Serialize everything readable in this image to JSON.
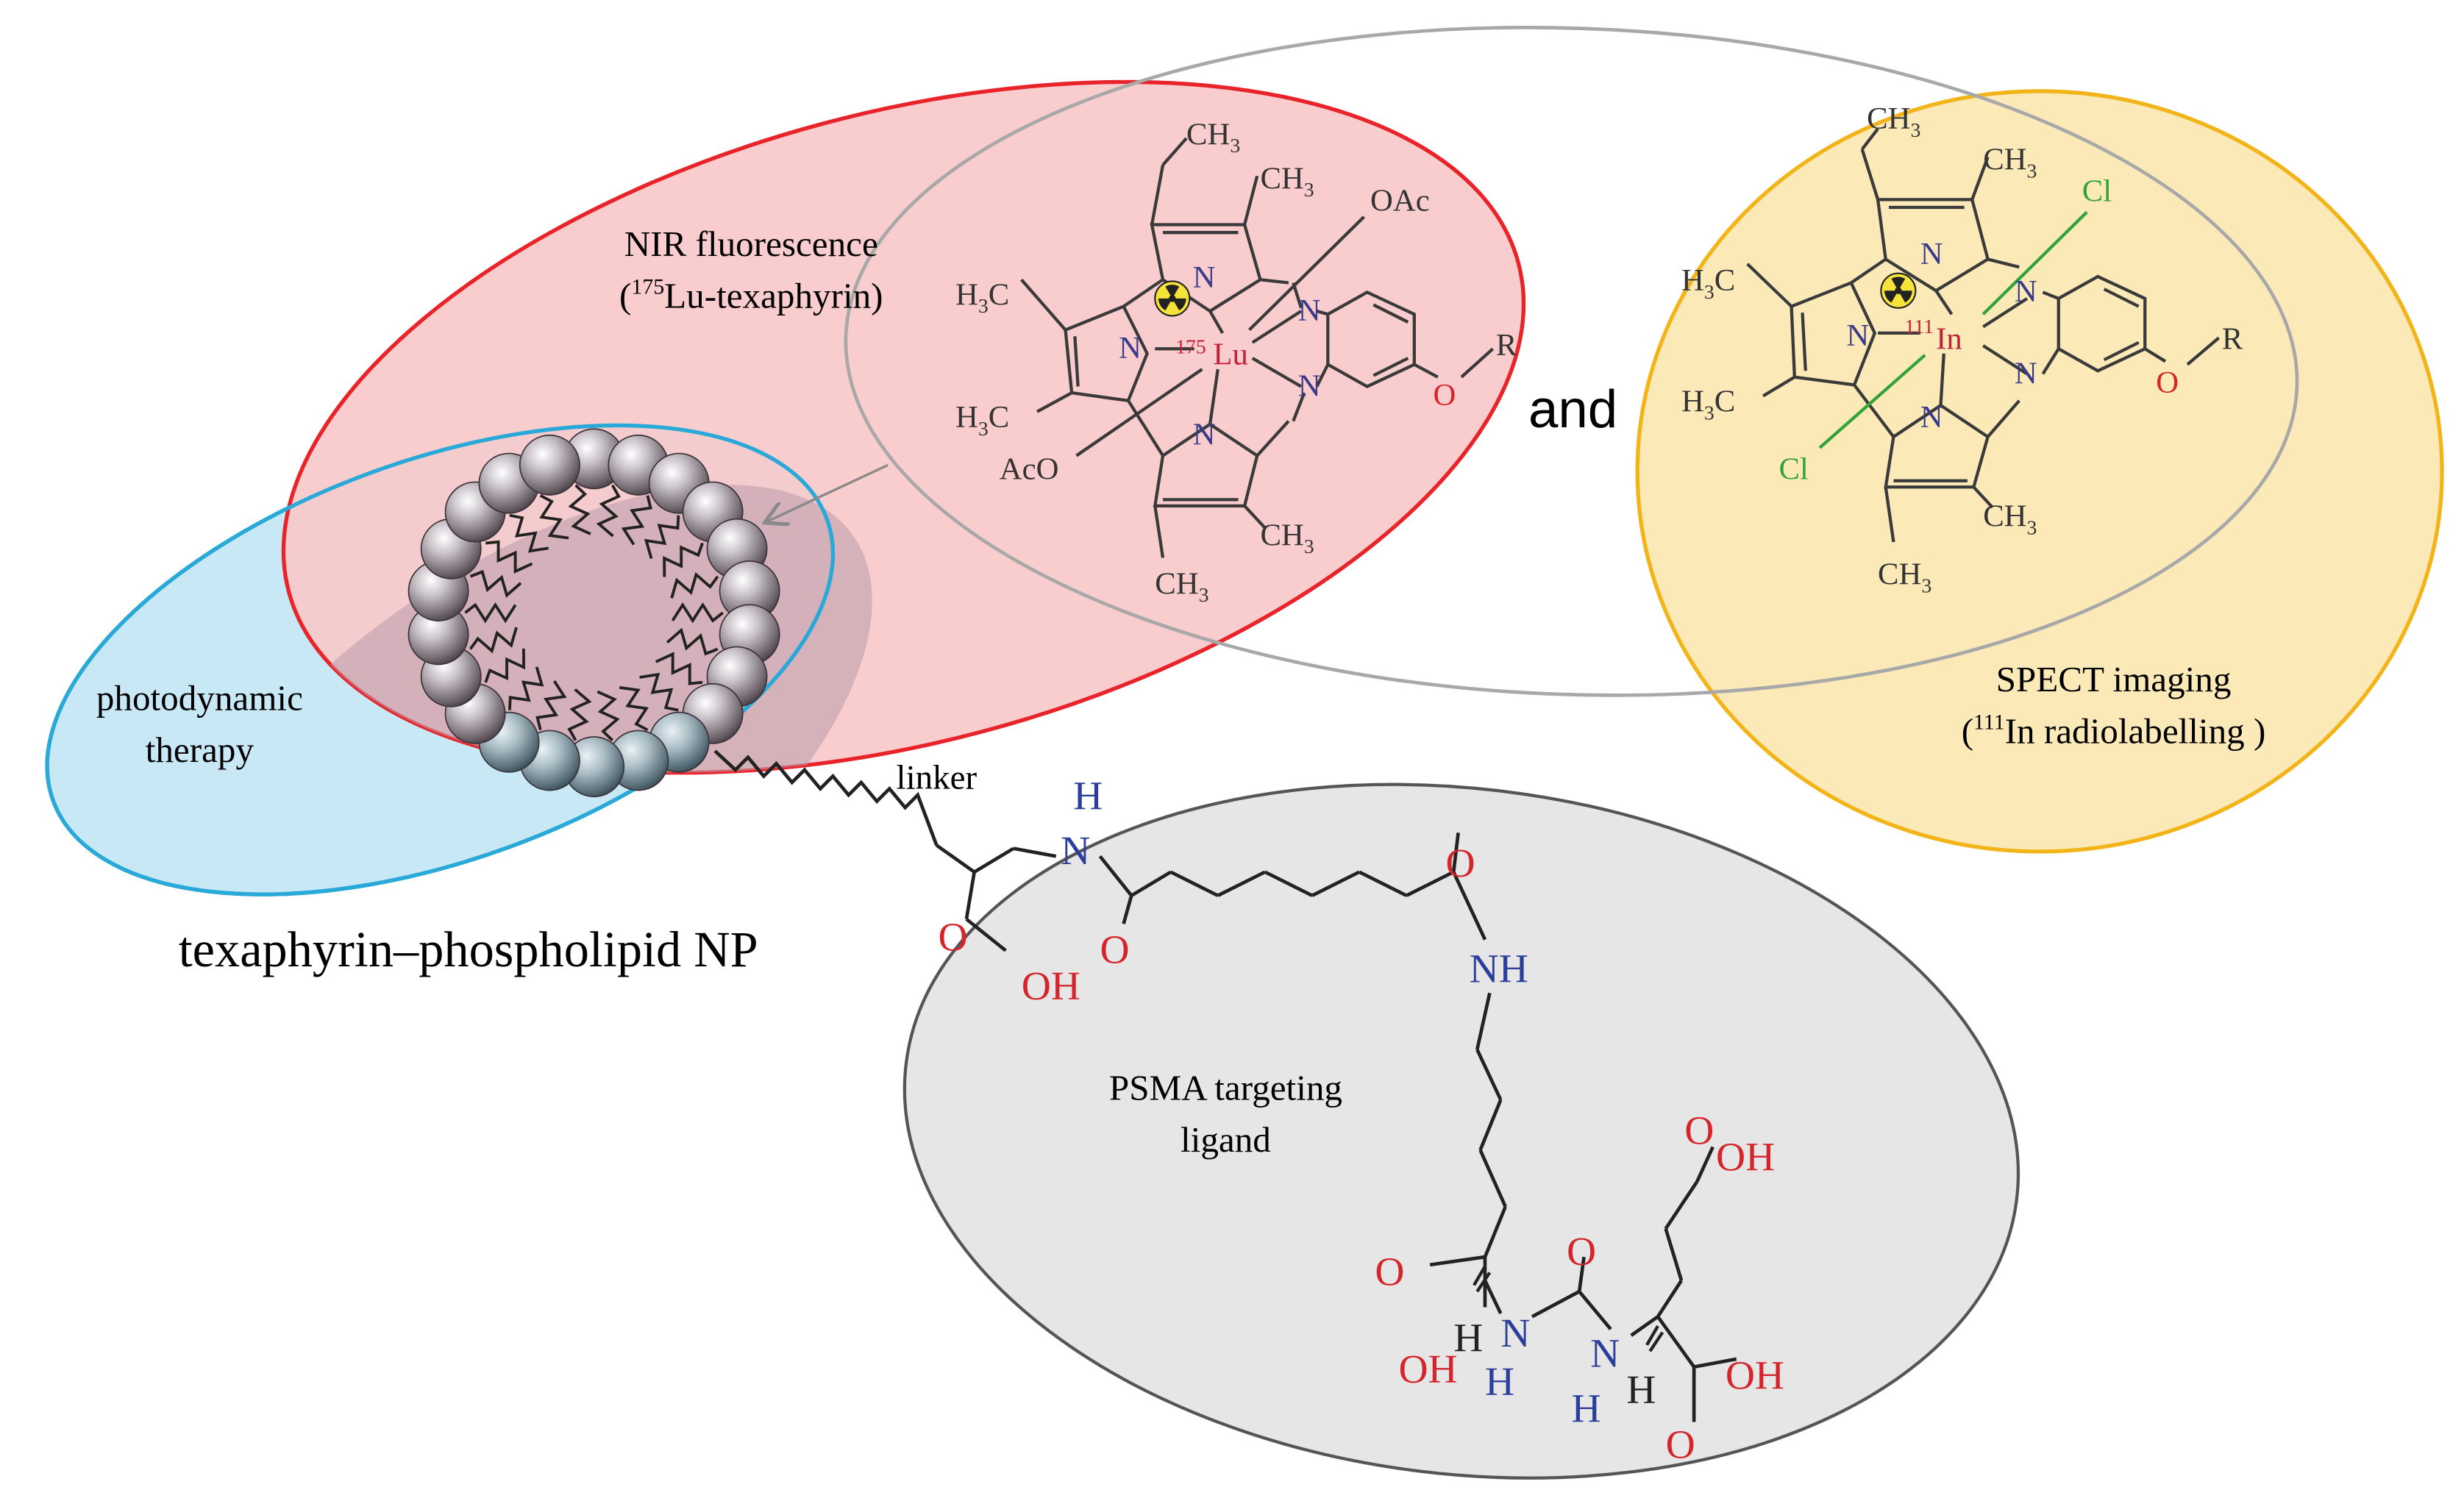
{
  "labels": {
    "nir_line1": "NIR fluorescence",
    "nir_line2_prefix": "(",
    "nir_line2_sup": "175",
    "nir_line2_rest": "Lu-texaphyrin)",
    "pdt_line1": "photodynamic",
    "pdt_line2": "therapy",
    "and": "and",
    "spect_line1": "SPECT imaging",
    "spect_line2_prefix": "(",
    "spect_line2_sup": "111",
    "spect_line2_rest": "In radiolabelling )",
    "linker": "linker",
    "nanoparticle": "texaphyrin–phospholipid NP",
    "psma_line1": "PSMA targeting",
    "psma_line2": "ligand"
  },
  "lu_complex": {
    "metal": "Lu",
    "isotope": "175",
    "ch3": "CH",
    "sub3": "3",
    "h3c": "H",
    "c": "C",
    "n": "N",
    "oac": "OAc",
    "aco": "AcO",
    "o": "O",
    "r": "R"
  },
  "in_complex": {
    "metal": "In",
    "isotope": "111",
    "cl": "Cl"
  },
  "psma": {
    "h": "H",
    "n": "N",
    "nh": "NH",
    "o": "O",
    "oh": "OH"
  },
  "colors": {
    "red_ellipse_fill": "#f9c9c9",
    "red_ellipse_stroke": "#e8242a",
    "blue_ellipse_fill": "#c8e8f5",
    "blue_ellipse_stroke": "#29a9d8",
    "yellow_ellipse_fill": "#fbe9b4",
    "yellow_ellipse_stroke": "#f2b418",
    "gray_ellipse_fill": "#e6e6e6",
    "gray_outline": "#a8a8a8",
    "oxygen": "#d5242a",
    "nitrogen": "#2b3e9a",
    "chlorine": "#34a23a"
  }
}
